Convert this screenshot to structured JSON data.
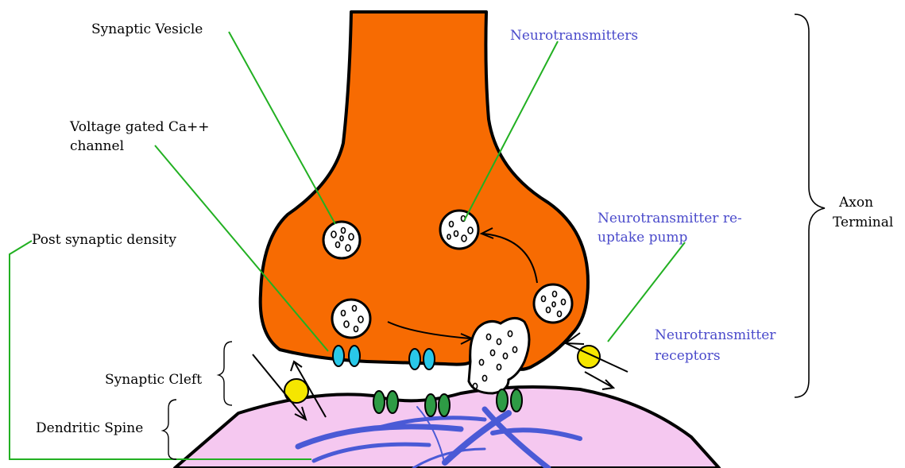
{
  "labels": {
    "synaptic_vesicle": "Synaptic Vesicle",
    "neurotransmitters": "Neurotransmitters",
    "voltage_gated_line1": "Voltage gated Ca++",
    "voltage_gated_line2": "channel",
    "post_synaptic_density": "Post synaptic density",
    "reuptake_line1": "Neurotransmitter re-",
    "reuptake_line2": "uptake pump",
    "axon_line1": "Axon",
    "axon_line2": "Terminal",
    "receptors_line1": "Neurotransmitter",
    "receptors_line2": "receptors",
    "synaptic_cleft": "Synaptic Cleft",
    "dendritic_spine": "Dendritic Spine"
  },
  "colors": {
    "axon_fill": "#f76b02",
    "spine_fill": "#f5c8f0",
    "channel": "#29c8e8",
    "receptor": "#2e9b45",
    "pump": "#f5e600",
    "leader_line": "#22b022",
    "fiber": "#4a5ad6",
    "blue_text": "#4a4acb"
  }
}
